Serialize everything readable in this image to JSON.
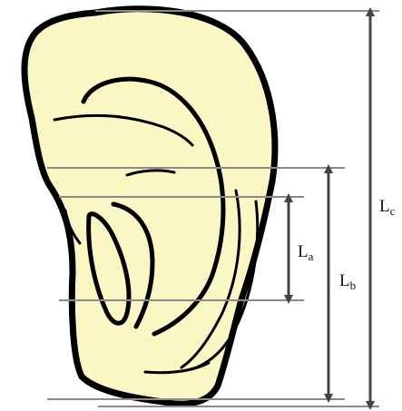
{
  "diagram": {
    "colors": {
      "ear_fill": "#fbf7c4",
      "ear_outline": "#000000",
      "reference_lines": "#8a8a8a",
      "arrows": "#444444"
    },
    "measurements": [
      {
        "id": "La",
        "letter": "L",
        "subscript": "a"
      },
      {
        "id": "Lb",
        "letter": "L",
        "subscript": "b"
      },
      {
        "id": "Lc",
        "letter": "L",
        "subscript": "c"
      }
    ]
  }
}
